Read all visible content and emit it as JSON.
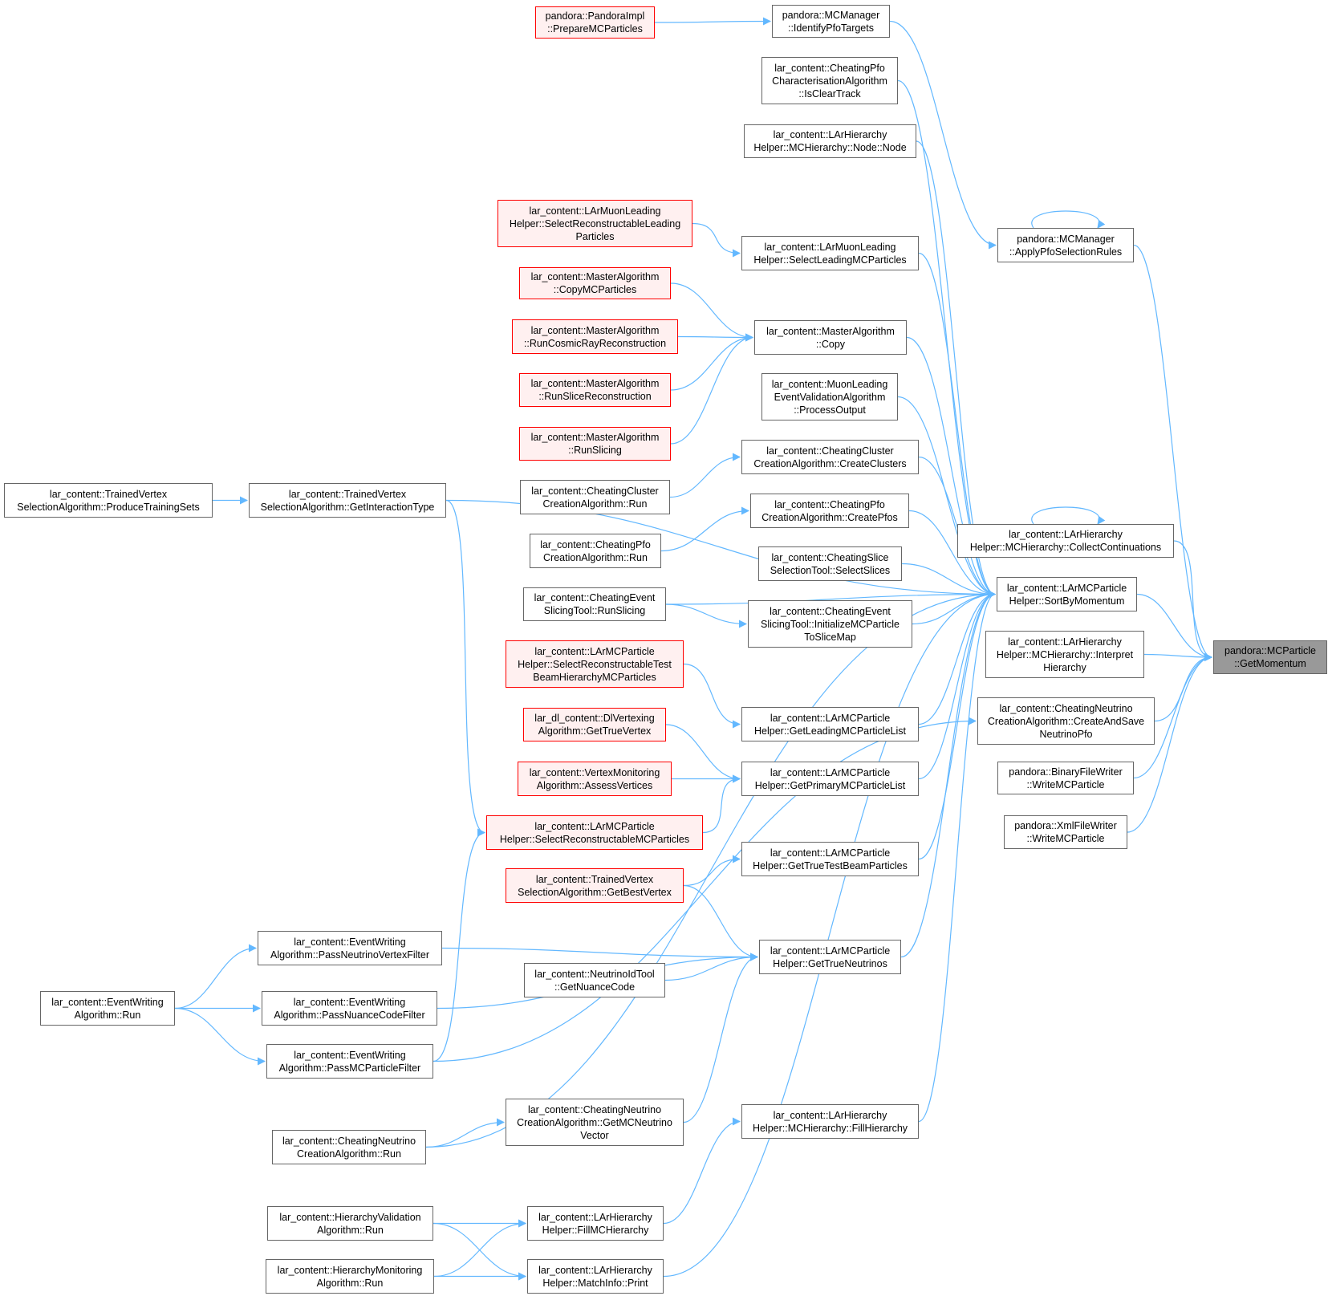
{
  "colors": {
    "edge": "#63b8ff",
    "border": "#666666",
    "highlight_border": "#ff0000",
    "highlight_fill": "#fff0f0",
    "root_fill": "#999999"
  },
  "nodes": [
    {
      "id": "root",
      "lines": [
        "pandora::MCParticle",
        "::GetMomentum"
      ],
      "style": "root"
    },
    {
      "id": "prepare",
      "lines": [
        "pandora::PandoraImpl",
        "::PrepareMCParticles"
      ],
      "style": "red"
    },
    {
      "id": "identify",
      "lines": [
        "pandora::MCManager",
        "::IdentifyPfoTargets"
      ],
      "style": "normal"
    },
    {
      "id": "applypfo",
      "lines": [
        "pandora::MCManager",
        "::ApplyPfoSelectionRules"
      ],
      "style": "normal"
    },
    {
      "id": "isclear",
      "lines": [
        "lar_content::CheatingPfo",
        "CharacterisationAlgorithm",
        "::IsClearTrack"
      ],
      "style": "normal"
    },
    {
      "id": "node",
      "lines": [
        "lar_content::LArHierarchy",
        "Helper::MCHierarchy::Node::Node"
      ],
      "style": "normal"
    },
    {
      "id": "selrecleading",
      "lines": [
        "lar_content::LArMuonLeading",
        "Helper::SelectReconstructableLeading",
        "Particles"
      ],
      "style": "red"
    },
    {
      "id": "selleading",
      "lines": [
        "lar_content::LArMuonLeading",
        "Helper::SelectLeadingMCParticles"
      ],
      "style": "normal"
    },
    {
      "id": "copymc",
      "lines": [
        "lar_content::MasterAlgorithm",
        "::CopyMCParticles"
      ],
      "style": "red"
    },
    {
      "id": "copy",
      "lines": [
        "lar_content::MasterAlgorithm",
        "::Copy"
      ],
      "style": "normal"
    },
    {
      "id": "runcosmic",
      "lines": [
        "lar_content::MasterAlgorithm",
        "::RunCosmicRayReconstruction"
      ],
      "style": "red"
    },
    {
      "id": "runslicerec",
      "lines": [
        "lar_content::MasterAlgorithm",
        "::RunSliceReconstruction"
      ],
      "style": "red"
    },
    {
      "id": "processoutput",
      "lines": [
        "lar_content::MuonLeading",
        "EventValidationAlgorithm",
        "::ProcessOutput"
      ],
      "style": "normal"
    },
    {
      "id": "runslicing",
      "lines": [
        "lar_content::MasterAlgorithm",
        "::RunSlicing"
      ],
      "style": "red"
    },
    {
      "id": "createclusters",
      "lines": [
        "lar_content::CheatingCluster",
        "CreationAlgorithm::CreateClusters"
      ],
      "style": "normal"
    },
    {
      "id": "produce",
      "lines": [
        "lar_content::TrainedVertex",
        "SelectionAlgorithm::ProduceTrainingSets"
      ],
      "style": "normal"
    },
    {
      "id": "getinteraction",
      "lines": [
        "lar_content::TrainedVertex",
        "SelectionAlgorithm::GetInteractionType"
      ],
      "style": "normal"
    },
    {
      "id": "clusterrun",
      "lines": [
        "lar_content::CheatingCluster",
        "CreationAlgorithm::Run"
      ],
      "style": "normal"
    },
    {
      "id": "createpfos",
      "lines": [
        "lar_content::CheatingPfo",
        "CreationAlgorithm::CreatePfos"
      ],
      "style": "normal"
    },
    {
      "id": "collect",
      "lines": [
        "lar_content::LArHierarchy",
        "Helper::MCHierarchy::CollectContinuations"
      ],
      "style": "normal"
    },
    {
      "id": "pforun",
      "lines": [
        "lar_content::CheatingPfo",
        "CreationAlgorithm::Run"
      ],
      "style": "normal"
    },
    {
      "id": "selectslices",
      "lines": [
        "lar_content::CheatingSlice",
        "SelectionTool::SelectSlices"
      ],
      "style": "normal"
    },
    {
      "id": "sortbymom",
      "lines": [
        "lar_content::LArMCParticle",
        "Helper::SortByMomentum"
      ],
      "style": "normal"
    },
    {
      "id": "runslicingtool",
      "lines": [
        "lar_content::CheatingEvent",
        "SlicingTool::RunSlicing"
      ],
      "style": "normal"
    },
    {
      "id": "initmap",
      "lines": [
        "lar_content::CheatingEvent",
        "SlicingTool::InitializeMCParticle",
        "ToSliceMap"
      ],
      "style": "normal"
    },
    {
      "id": "interpret",
      "lines": [
        "lar_content::LArHierarchy",
        "Helper::MCHierarchy::Interpret",
        "Hierarchy"
      ],
      "style": "normal"
    },
    {
      "id": "selrectest",
      "lines": [
        "lar_content::LArMCParticle",
        "Helper::SelectReconstructableTest",
        "BeamHierarchyMCParticles"
      ],
      "style": "red"
    },
    {
      "id": "createandsave",
      "lines": [
        "lar_content::CheatingNeutrino",
        "CreationAlgorithm::CreateAndSave",
        "NeutrinoPfo"
      ],
      "style": "normal"
    },
    {
      "id": "dlvertex",
      "lines": [
        "lar_dl_content::DlVertexing",
        "Algorithm::GetTrueVertex"
      ],
      "style": "red"
    },
    {
      "id": "leadinglist",
      "lines": [
        "lar_content::LArMCParticle",
        "Helper::GetLeadingMCParticleList"
      ],
      "style": "normal"
    },
    {
      "id": "binarywriter",
      "lines": [
        "pandora::BinaryFileWriter",
        "::WriteMCParticle"
      ],
      "style": "normal"
    },
    {
      "id": "assess",
      "lines": [
        "lar_content::VertexMonitoring",
        "Algorithm::AssessVertices"
      ],
      "style": "red"
    },
    {
      "id": "primarylist",
      "lines": [
        "lar_content::LArMCParticle",
        "Helper::GetPrimaryMCParticleList"
      ],
      "style": "normal"
    },
    {
      "id": "xmlwriter",
      "lines": [
        "pandora::XmlFileWriter",
        "::WriteMCParticle"
      ],
      "style": "normal"
    },
    {
      "id": "selrecmc",
      "lines": [
        "lar_content::LArMCParticle",
        "Helper::SelectReconstructableMCParticles"
      ],
      "style": "red"
    },
    {
      "id": "truetestbeam",
      "lines": [
        "lar_content::LArMCParticle",
        "Helper::GetTrueTestBeamParticles"
      ],
      "style": "normal"
    },
    {
      "id": "bestvertex",
      "lines": [
        "lar_content::TrainedVertex",
        "SelectionAlgorithm::GetBestVertex"
      ],
      "style": "red"
    },
    {
      "id": "passvertex",
      "lines": [
        "lar_content::EventWriting",
        "Algorithm::PassNeutrinoVertexFilter"
      ],
      "style": "normal"
    },
    {
      "id": "trueneutrinos",
      "lines": [
        "lar_content::LArMCParticle",
        "Helper::GetTrueNeutrinos"
      ],
      "style": "normal"
    },
    {
      "id": "nuance",
      "lines": [
        "lar_content::NeutrinoIdTool",
        "::GetNuanceCode"
      ],
      "style": "normal"
    },
    {
      "id": "ewrun",
      "lines": [
        "lar_content::EventWriting",
        "Algorithm::Run"
      ],
      "style": "normal"
    },
    {
      "id": "passnuance",
      "lines": [
        "lar_content::EventWriting",
        "Algorithm::PassNuanceCodeFilter"
      ],
      "style": "normal"
    },
    {
      "id": "passmc",
      "lines": [
        "lar_content::EventWriting",
        "Algorithm::PassMCParticleFilter"
      ],
      "style": "normal"
    },
    {
      "id": "getmcnu",
      "lines": [
        "lar_content::CheatingNeutrino",
        "CreationAlgorithm::GetMCNeutrino",
        "Vector"
      ],
      "style": "normal"
    },
    {
      "id": "fillhier",
      "lines": [
        "lar_content::LArHierarchy",
        "Helper::MCHierarchy::FillHierarchy"
      ],
      "style": "normal"
    },
    {
      "id": "cheatnurun",
      "lines": [
        "lar_content::CheatingNeutrino",
        "CreationAlgorithm::Run"
      ],
      "style": "normal"
    },
    {
      "id": "hvrun",
      "lines": [
        "lar_content::HierarchyValidation",
        "Algorithm::Run"
      ],
      "style": "normal"
    },
    {
      "id": "fillmc",
      "lines": [
        "lar_content::LArHierarchy",
        "Helper::FillMCHierarchy"
      ],
      "style": "normal"
    },
    {
      "id": "hmrun",
      "lines": [
        "lar_content::HierarchyMonitoring",
        "Algorithm::Run"
      ],
      "style": "normal"
    },
    {
      "id": "matchprint",
      "lines": [
        "lar_content::LArHierarchy",
        "Helper::MatchInfo::Print"
      ],
      "style": "normal"
    }
  ],
  "edges": [
    [
      "prepare",
      "identify"
    ],
    [
      "identify",
      "applypfo"
    ],
    [
      "applypfo",
      "applypfo"
    ],
    [
      "applypfo",
      "root"
    ],
    [
      "collect",
      "collect"
    ],
    [
      "collect",
      "root"
    ],
    [
      "sortbymom",
      "root"
    ],
    [
      "interpret",
      "root"
    ],
    [
      "createandsave",
      "root"
    ],
    [
      "binarywriter",
      "root"
    ],
    [
      "xmlwriter",
      "root"
    ],
    [
      "isclear",
      "sortbymom"
    ],
    [
      "node",
      "sortbymom"
    ],
    [
      "getinteraction",
      "sortbymom"
    ],
    [
      "selrecleading",
      "selleading"
    ],
    [
      "selleading",
      "sortbymom"
    ],
    [
      "copymc",
      "copy"
    ],
    [
      "runcosmic",
      "copy"
    ],
    [
      "runslicerec",
      "copy"
    ],
    [
      "runslicing",
      "copy"
    ],
    [
      "copy",
      "sortbymom"
    ],
    [
      "processoutput",
      "sortbymom"
    ],
    [
      "clusterrun",
      "createclusters"
    ],
    [
      "createclusters",
      "sortbymom"
    ],
    [
      "produce",
      "getinteraction"
    ],
    [
      "getinteraction",
      "selrecmc"
    ],
    [
      "pforun",
      "createpfos"
    ],
    [
      "createpfos",
      "sortbymom"
    ],
    [
      "selectslices",
      "sortbymom"
    ],
    [
      "runslicingtool",
      "initmap"
    ],
    [
      "runslicingtool",
      "sortbymom"
    ],
    [
      "initmap",
      "sortbymom"
    ],
    [
      "selrectest",
      "leadinglist"
    ],
    [
      "leadinglist",
      "sortbymom"
    ],
    [
      "dlvertex",
      "primarylist"
    ],
    [
      "assess",
      "primarylist"
    ],
    [
      "selrecmc",
      "primarylist"
    ],
    [
      "primarylist",
      "sortbymom"
    ],
    [
      "bestvertex",
      "truetestbeam"
    ],
    [
      "truetestbeam",
      "sortbymom"
    ],
    [
      "bestvertex",
      "trueneutrinos"
    ],
    [
      "passvertex",
      "trueneutrinos"
    ],
    [
      "nuance",
      "trueneutrinos"
    ],
    [
      "passnuance",
      "trueneutrinos"
    ],
    [
      "getmcnu",
      "trueneutrinos"
    ],
    [
      "trueneutrinos",
      "sortbymom"
    ],
    [
      "ewrun",
      "passvertex"
    ],
    [
      "ewrun",
      "passnuance"
    ],
    [
      "ewrun",
      "passmc"
    ],
    [
      "passmc",
      "selrecmc"
    ],
    [
      "passmc",
      "createandsave"
    ],
    [
      "cheatnurun",
      "getmcnu"
    ],
    [
      "cheatnurun",
      "sortbymom"
    ],
    [
      "fillmc",
      "fillhier"
    ],
    [
      "fillhier",
      "sortbymom"
    ],
    [
      "hvrun",
      "fillmc"
    ],
    [
      "hvrun",
      "matchprint"
    ],
    [
      "hmrun",
      "fillmc"
    ],
    [
      "hmrun",
      "matchprint"
    ],
    [
      "matchprint",
      "sortbymom"
    ]
  ]
}
